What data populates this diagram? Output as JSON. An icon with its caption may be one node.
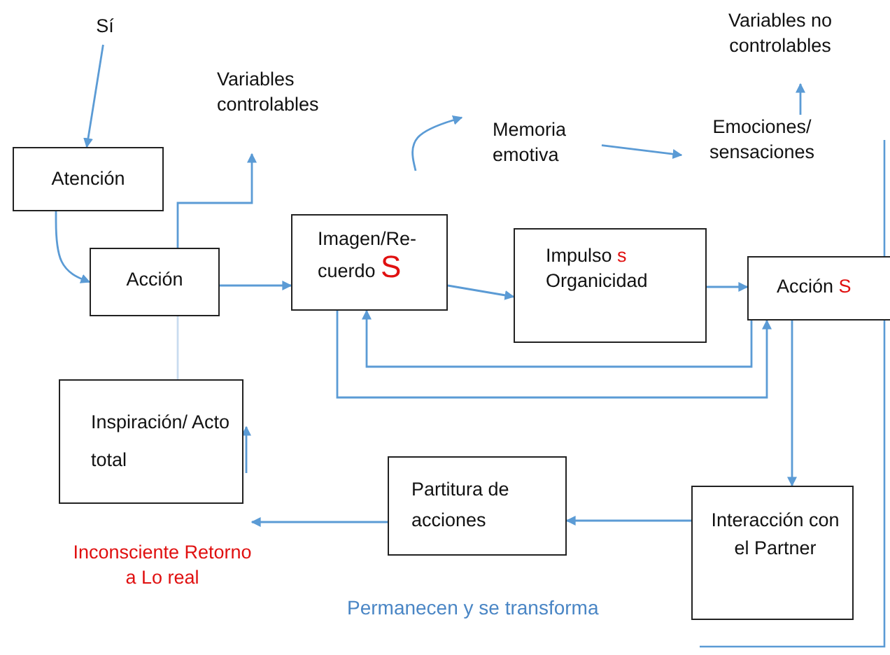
{
  "diagram": {
    "nodes": [
      {
        "text": [
          "Sí"
        ]
      },
      {
        "text": [
          "Atención"
        ]
      },
      {
        "text": [
          "Acción"
        ]
      },
      {
        "text": [
          "Variables controlables"
        ]
      },
      {
        "text": [
          "Imagen/Re- cuerdo",
          "S"
        ]
      },
      {
        "text": [
          "Memoria emotiva"
        ]
      },
      {
        "text": [
          "Emociones/ sensaciones"
        ]
      },
      {
        "text": [
          "Variables no controlables"
        ]
      },
      {
        "text": [
          "Impulso",
          "s",
          "Organicidad"
        ]
      },
      {
        "text": [
          "Acción",
          "S"
        ]
      },
      {
        "text": [
          "Inspiración/ Acto total"
        ]
      },
      {
        "text": [
          "Partitura de acciones"
        ]
      },
      {
        "text": [
          "Interacción con el Partner"
        ]
      },
      {
        "text": [
          "Inconsciente Retorno a Lo real"
        ]
      }
    ],
    "edges": [
      {
        "from": 0,
        "to": 1,
        "arrow": "to"
      },
      {
        "from": 1,
        "to": 2,
        "arrow": "to"
      },
      {
        "from": 2,
        "to": 4,
        "arrow": "to"
      },
      {
        "from": 2,
        "to": 3,
        "arrow": "to"
      },
      {
        "from": 10,
        "to": 2,
        "arrow": "none",
        "color": "#c9dcef"
      },
      {
        "from": null,
        "to": 10,
        "arrow": "to"
      },
      {
        "from": null,
        "to": 5,
        "arrow": "to"
      },
      {
        "from": 5,
        "to": 6,
        "arrow": "to"
      },
      {
        "from": 6,
        "to": 7,
        "arrow": "to"
      },
      {
        "from": 4,
        "to": 8,
        "arrow": "to"
      },
      {
        "from": 8,
        "to": 9,
        "arrow": "to"
      },
      {
        "from": 4,
        "to": 9,
        "arrow": "to"
      },
      {
        "from": 9,
        "to": 4,
        "arrow": "to"
      },
      {
        "from": 9,
        "to": 12,
        "arrow": "to"
      },
      {
        "from": 12,
        "to": 11,
        "arrow": "to"
      },
      {
        "from": 11,
        "to": 13,
        "arrow": "to"
      }
    ],
    "labels": [
      "Permanecen y se transforma"
    ]
  }
}
